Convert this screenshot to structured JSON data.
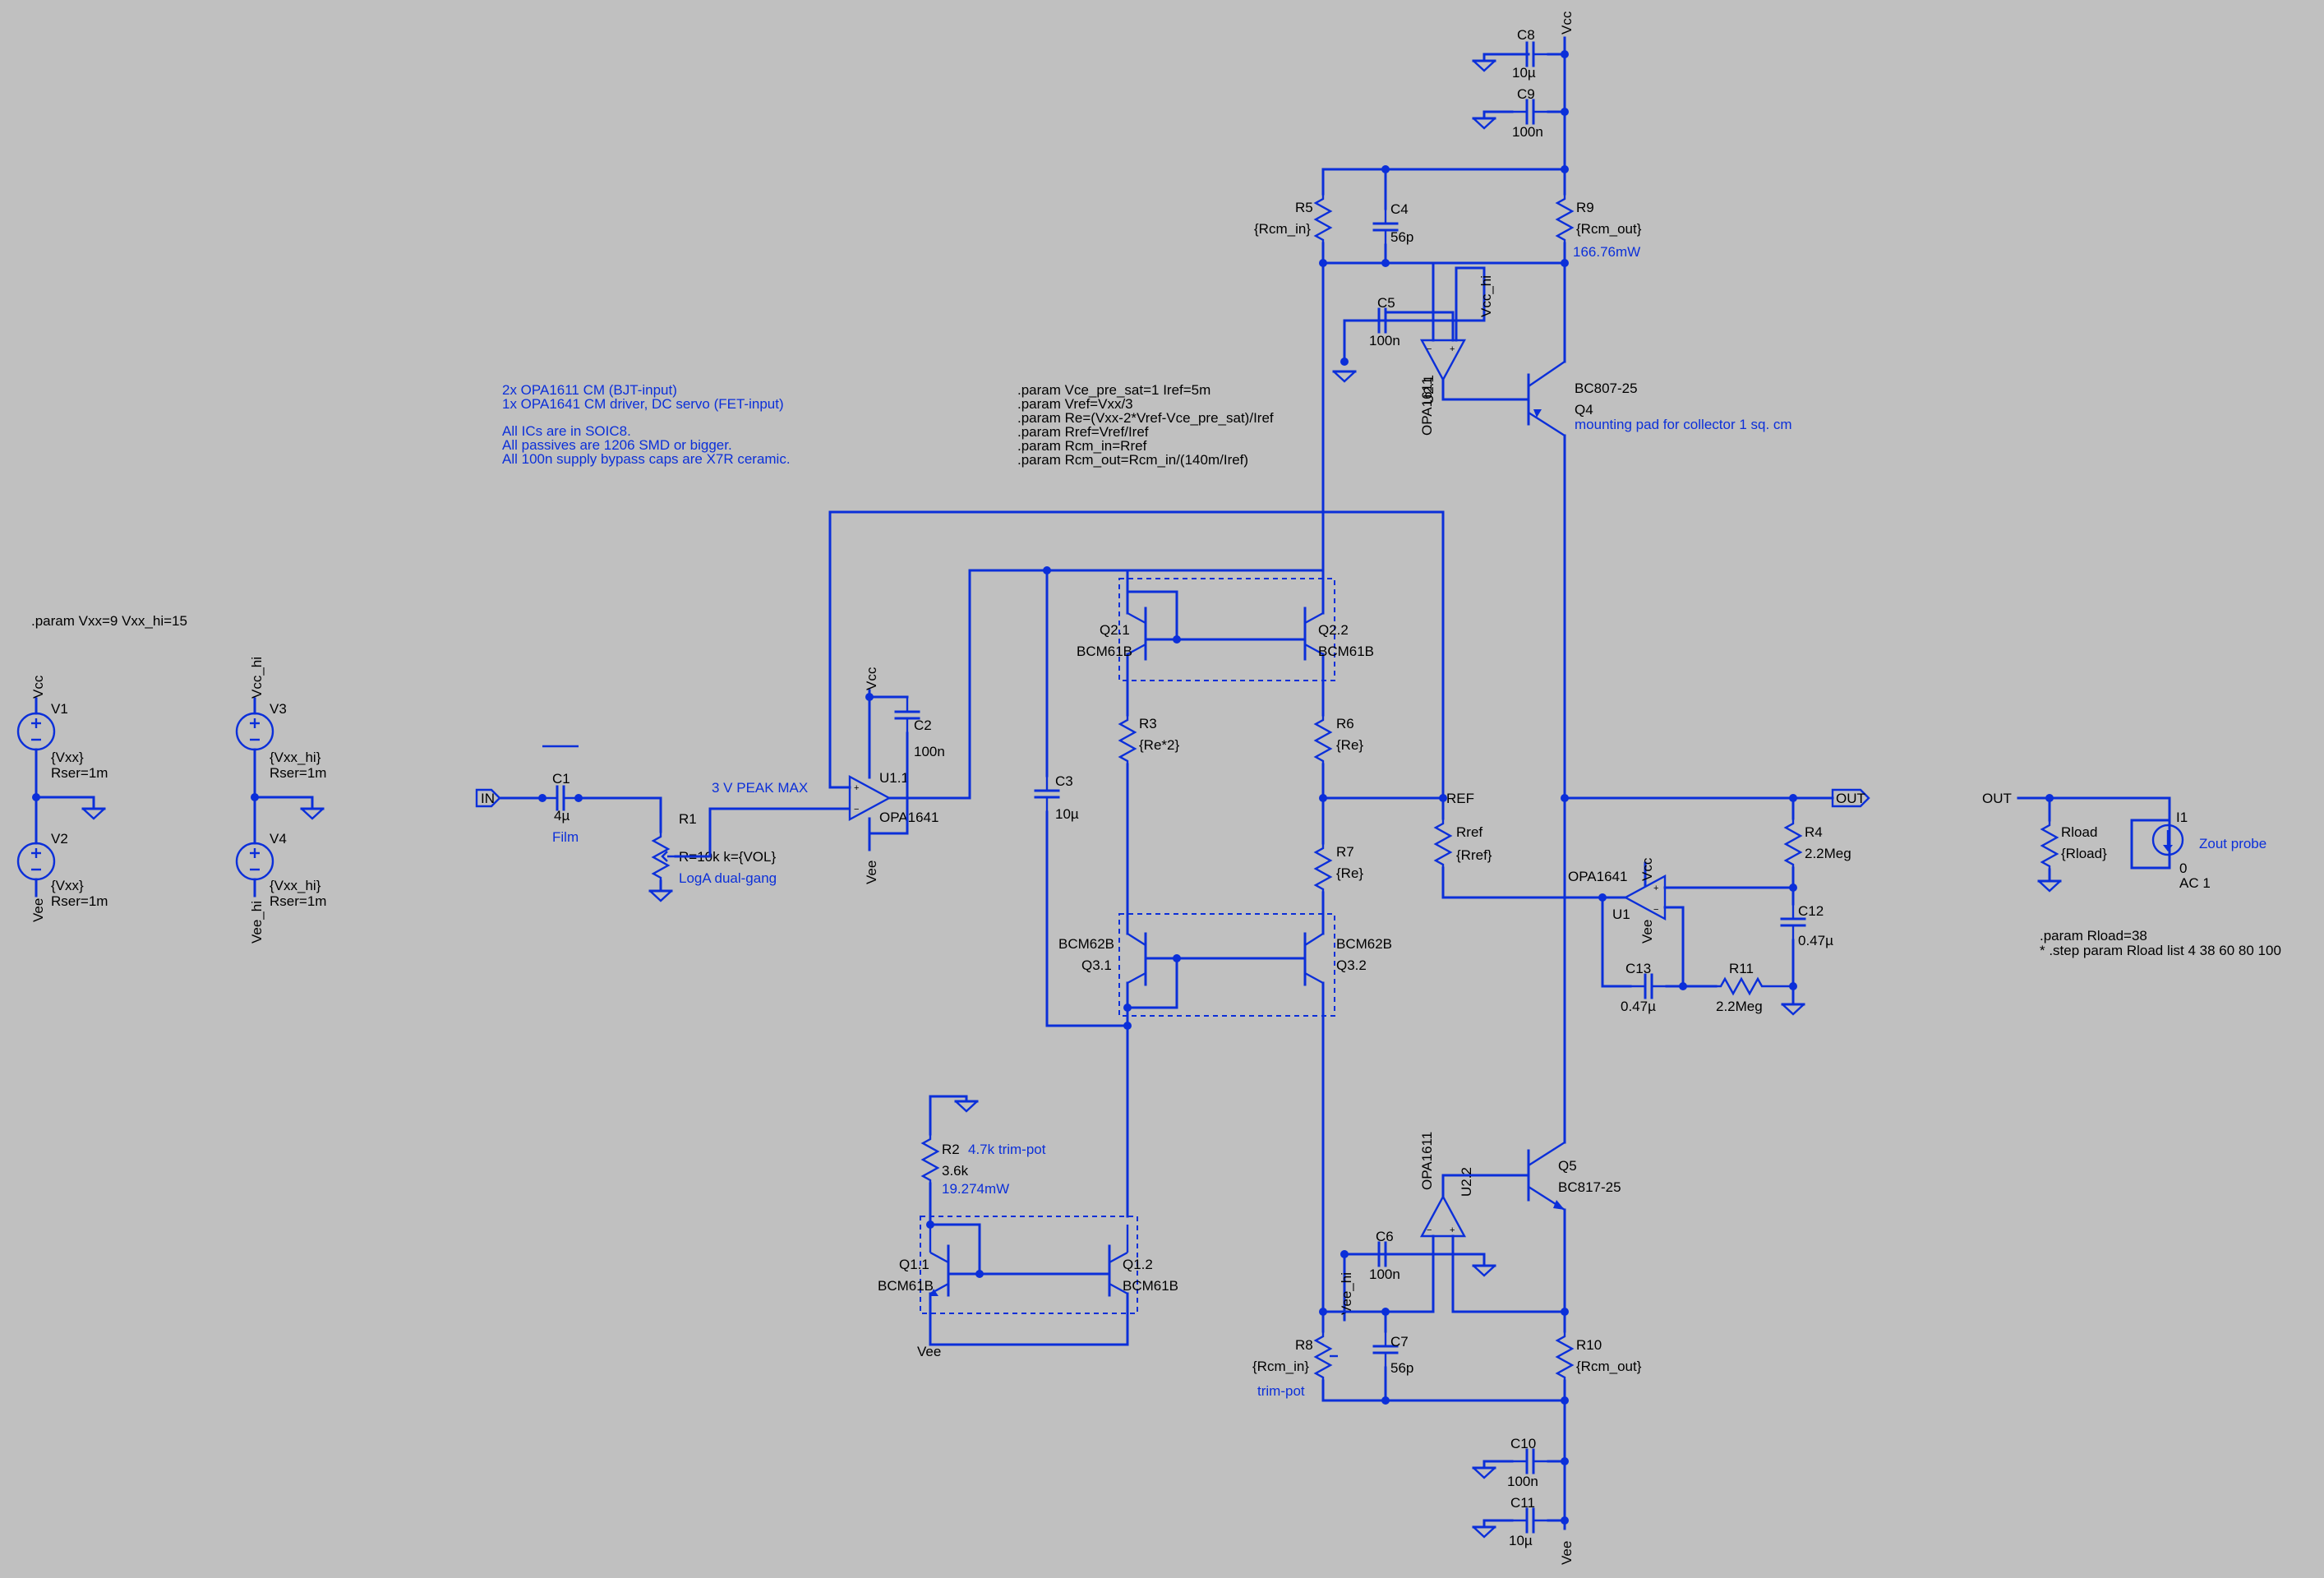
{
  "colors": {
    "background": "#c0c0c0",
    "wire": "#0b2fd9",
    "text": "#000000",
    "comment": "#0b2fd9"
  },
  "notes": {
    "ic_line1": "2x OPA1611 CM (BJT-input)",
    "ic_line2": "1x OPA1641 CM driver, DC servo (FET-input)",
    "ic_line3": "All ICs are in SOIC8.",
    "ic_line4": "All passives are 1206 SMD or bigger.",
    "ic_line5": "All 100n supply bypass caps are X7R ceramic.",
    "params": [
      ".param Vce_pre_sat=1 Iref=5m",
      ".param Vref=Vxx/3",
      ".param Re=(Vxx-2*Vref-Vce_pre_sat)/Iref",
      ".param Rref=Vref/Iref",
      ".param Rcm_in=Rref",
      ".param Rcm_out=Rcm_in/(140m/Iref)"
    ],
    "supply_param": ".param Vxx=9 Vxx_hi=15",
    "rload_param": ".param Rload=38",
    "step_param": "* .step param Rload list 4 38 60 80 100",
    "peak": "3 V PEAK MAX",
    "q4_note": "mounting pad for collector 1 sq. cm",
    "r9_power": "166.76mW",
    "r2_power": "19.274mW",
    "r2_note": "4.7k trim-pot",
    "r8_note": "trim-pot",
    "c1_note": "Film",
    "r1_note": "LogA dual-gang",
    "zout": "Zout probe"
  },
  "sources": {
    "v1": {
      "name": "V1",
      "net": "Vcc",
      "value": "{Vxx}",
      "rser": "Rser=1m"
    },
    "v2": {
      "name": "V2",
      "net": "Vee",
      "value": "{Vxx}",
      "rser": "Rser=1m"
    },
    "v3": {
      "name": "V3",
      "net": "Vcc_hi",
      "value": "{Vxx_hi}",
      "rser": "Rser=1m"
    },
    "v4": {
      "name": "V4",
      "net": "Vee_hi",
      "value": "{Vxx_hi}",
      "rser": "Rser=1m"
    },
    "i1": {
      "name": "I1",
      "value1": "0",
      "value2": "AC 1"
    }
  },
  "parts": {
    "c1": {
      "name": "C1",
      "value": "4µ"
    },
    "r1": {
      "name": "R1",
      "value": "R=10k k={VOL}"
    },
    "u11": {
      "name": "U1.1",
      "model": "OPA1641"
    },
    "c2": {
      "name": "C2",
      "value": "100n"
    },
    "c3": {
      "name": "C3",
      "value": "10µ"
    },
    "q21": {
      "name": "Q2.1",
      "model": "BCM61B"
    },
    "q22": {
      "name": "Q2.2",
      "model": "BCM61B"
    },
    "r3": {
      "name": "R3",
      "value": "{Re*2}"
    },
    "r6": {
      "name": "R6",
      "value": "{Re}"
    },
    "r7": {
      "name": "R7",
      "value": "{Re}"
    },
    "q31": {
      "name": "Q3.1",
      "model": "BCM62B"
    },
    "q32": {
      "name": "Q3.2",
      "model": "BCM62B"
    },
    "r2": {
      "name": "R2",
      "value": "3.6k"
    },
    "q11": {
      "name": "Q1.1",
      "model": "BCM61B"
    },
    "q12": {
      "name": "Q1.2",
      "model": "BCM61B"
    },
    "r5": {
      "name": "R5",
      "value": "{Rcm_in}"
    },
    "c4": {
      "name": "C4",
      "value": "56p"
    },
    "c5": {
      "name": "C5",
      "value": "100n"
    },
    "u21": {
      "name": "U2.1",
      "model": "OPA1611"
    },
    "r9": {
      "name": "R9",
      "value": "{Rcm_out}"
    },
    "c8": {
      "name": "C8",
      "value": "10µ"
    },
    "c9": {
      "name": "C9",
      "value": "100n"
    },
    "q4": {
      "name": "Q4",
      "model": "BC807-25"
    },
    "rref": {
      "name": "Rref",
      "value": "{Rref}"
    },
    "u1": {
      "name": "U1",
      "model": "OPA1641"
    },
    "r4": {
      "name": "R4",
      "value": "2.2Meg"
    },
    "c12": {
      "name": "C12",
      "value": "0.47µ"
    },
    "c13": {
      "name": "C13",
      "value": "0.47µ"
    },
    "r11": {
      "name": "R11",
      "value": "2.2Meg"
    },
    "q5": {
      "name": "Q5",
      "model": "BC817-25"
    },
    "u22": {
      "name": "U2.2",
      "model": "OPA1611"
    },
    "c6": {
      "name": "C6",
      "value": "100n"
    },
    "r8": {
      "name": "R8",
      "value": "{Rcm_in}"
    },
    "c7": {
      "name": "C7",
      "value": "56p"
    },
    "r10": {
      "name": "R10",
      "value": "{Rcm_out}"
    },
    "c10": {
      "name": "C10",
      "value": "100n"
    },
    "c11": {
      "name": "C11",
      "value": "10µ"
    },
    "rload": {
      "name": "Rload",
      "value": "{Rload}"
    }
  },
  "nets": {
    "vcc": "Vcc",
    "vee": "Vee",
    "vcc_hi": "Vcc_hi",
    "vee_hi": "Vee_hi",
    "ref": "REF",
    "out": "OUT",
    "in": "IN"
  }
}
